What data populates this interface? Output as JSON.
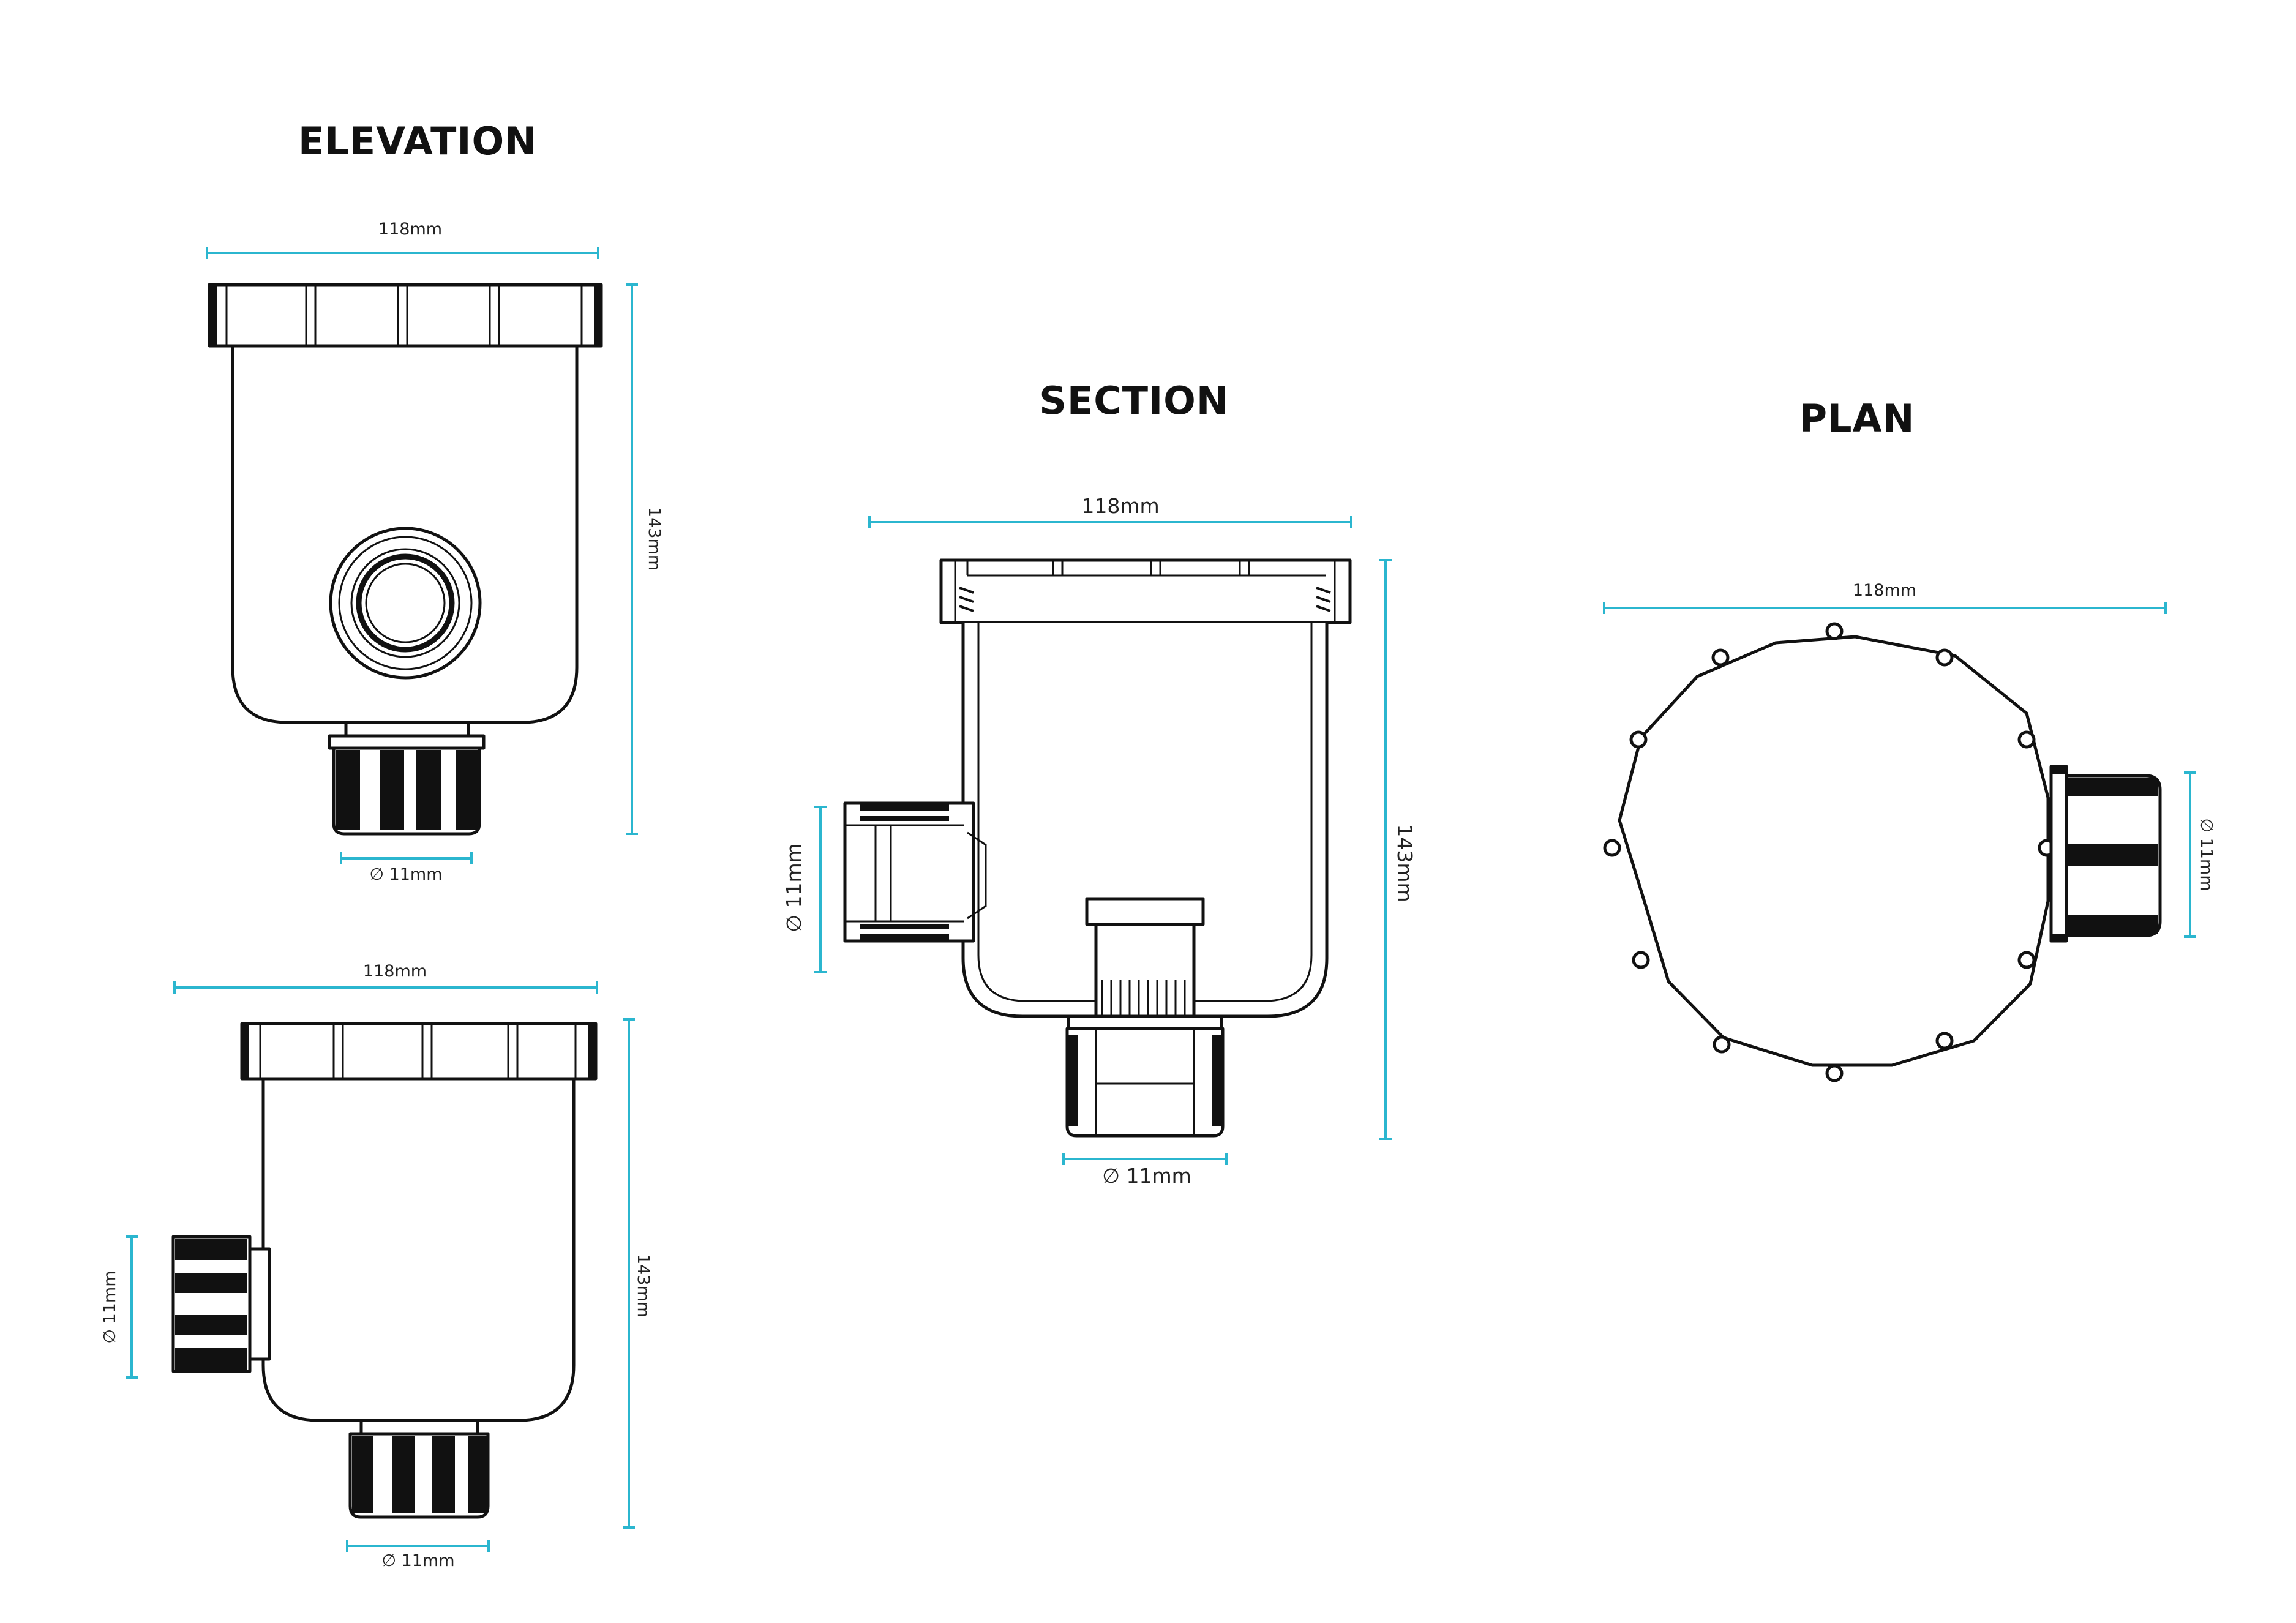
{
  "titles": {
    "elevation": "ELEVATION",
    "section": "SECTION",
    "plan": "PLAN"
  },
  "dimensions": {
    "width": "118mm",
    "height": "143mm",
    "diameter": "∅ 11mm"
  },
  "colors": {
    "dimension_line": "#2bb6cf",
    "outline": "#111111"
  }
}
